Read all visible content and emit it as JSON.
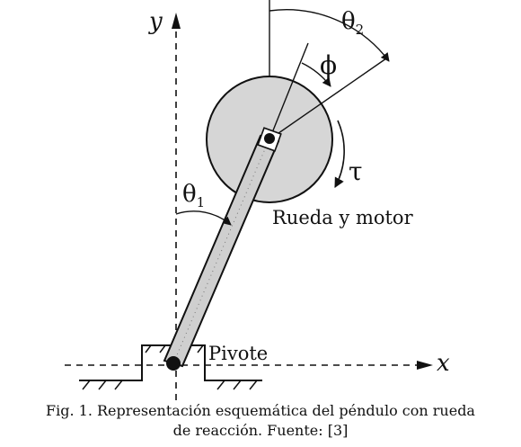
{
  "labels": {
    "y_axis": "y",
    "x_axis": "x",
    "theta1": "θ",
    "theta1_sub": "1",
    "theta2": "θ",
    "theta2_sub": "2",
    "phi": "ϕ",
    "tau": "τ",
    "wheel": "Rueda y motor",
    "pivot": "Pivote"
  },
  "caption": {
    "line1": "Fig. 1. Representación esquemática del péndulo con rueda",
    "line2": "de reacción. Fuente: [3]"
  },
  "colors": {
    "wheel_fill": "#d6d6d6",
    "rod_fill": "#cfcfcf",
    "stroke": "#111111"
  }
}
